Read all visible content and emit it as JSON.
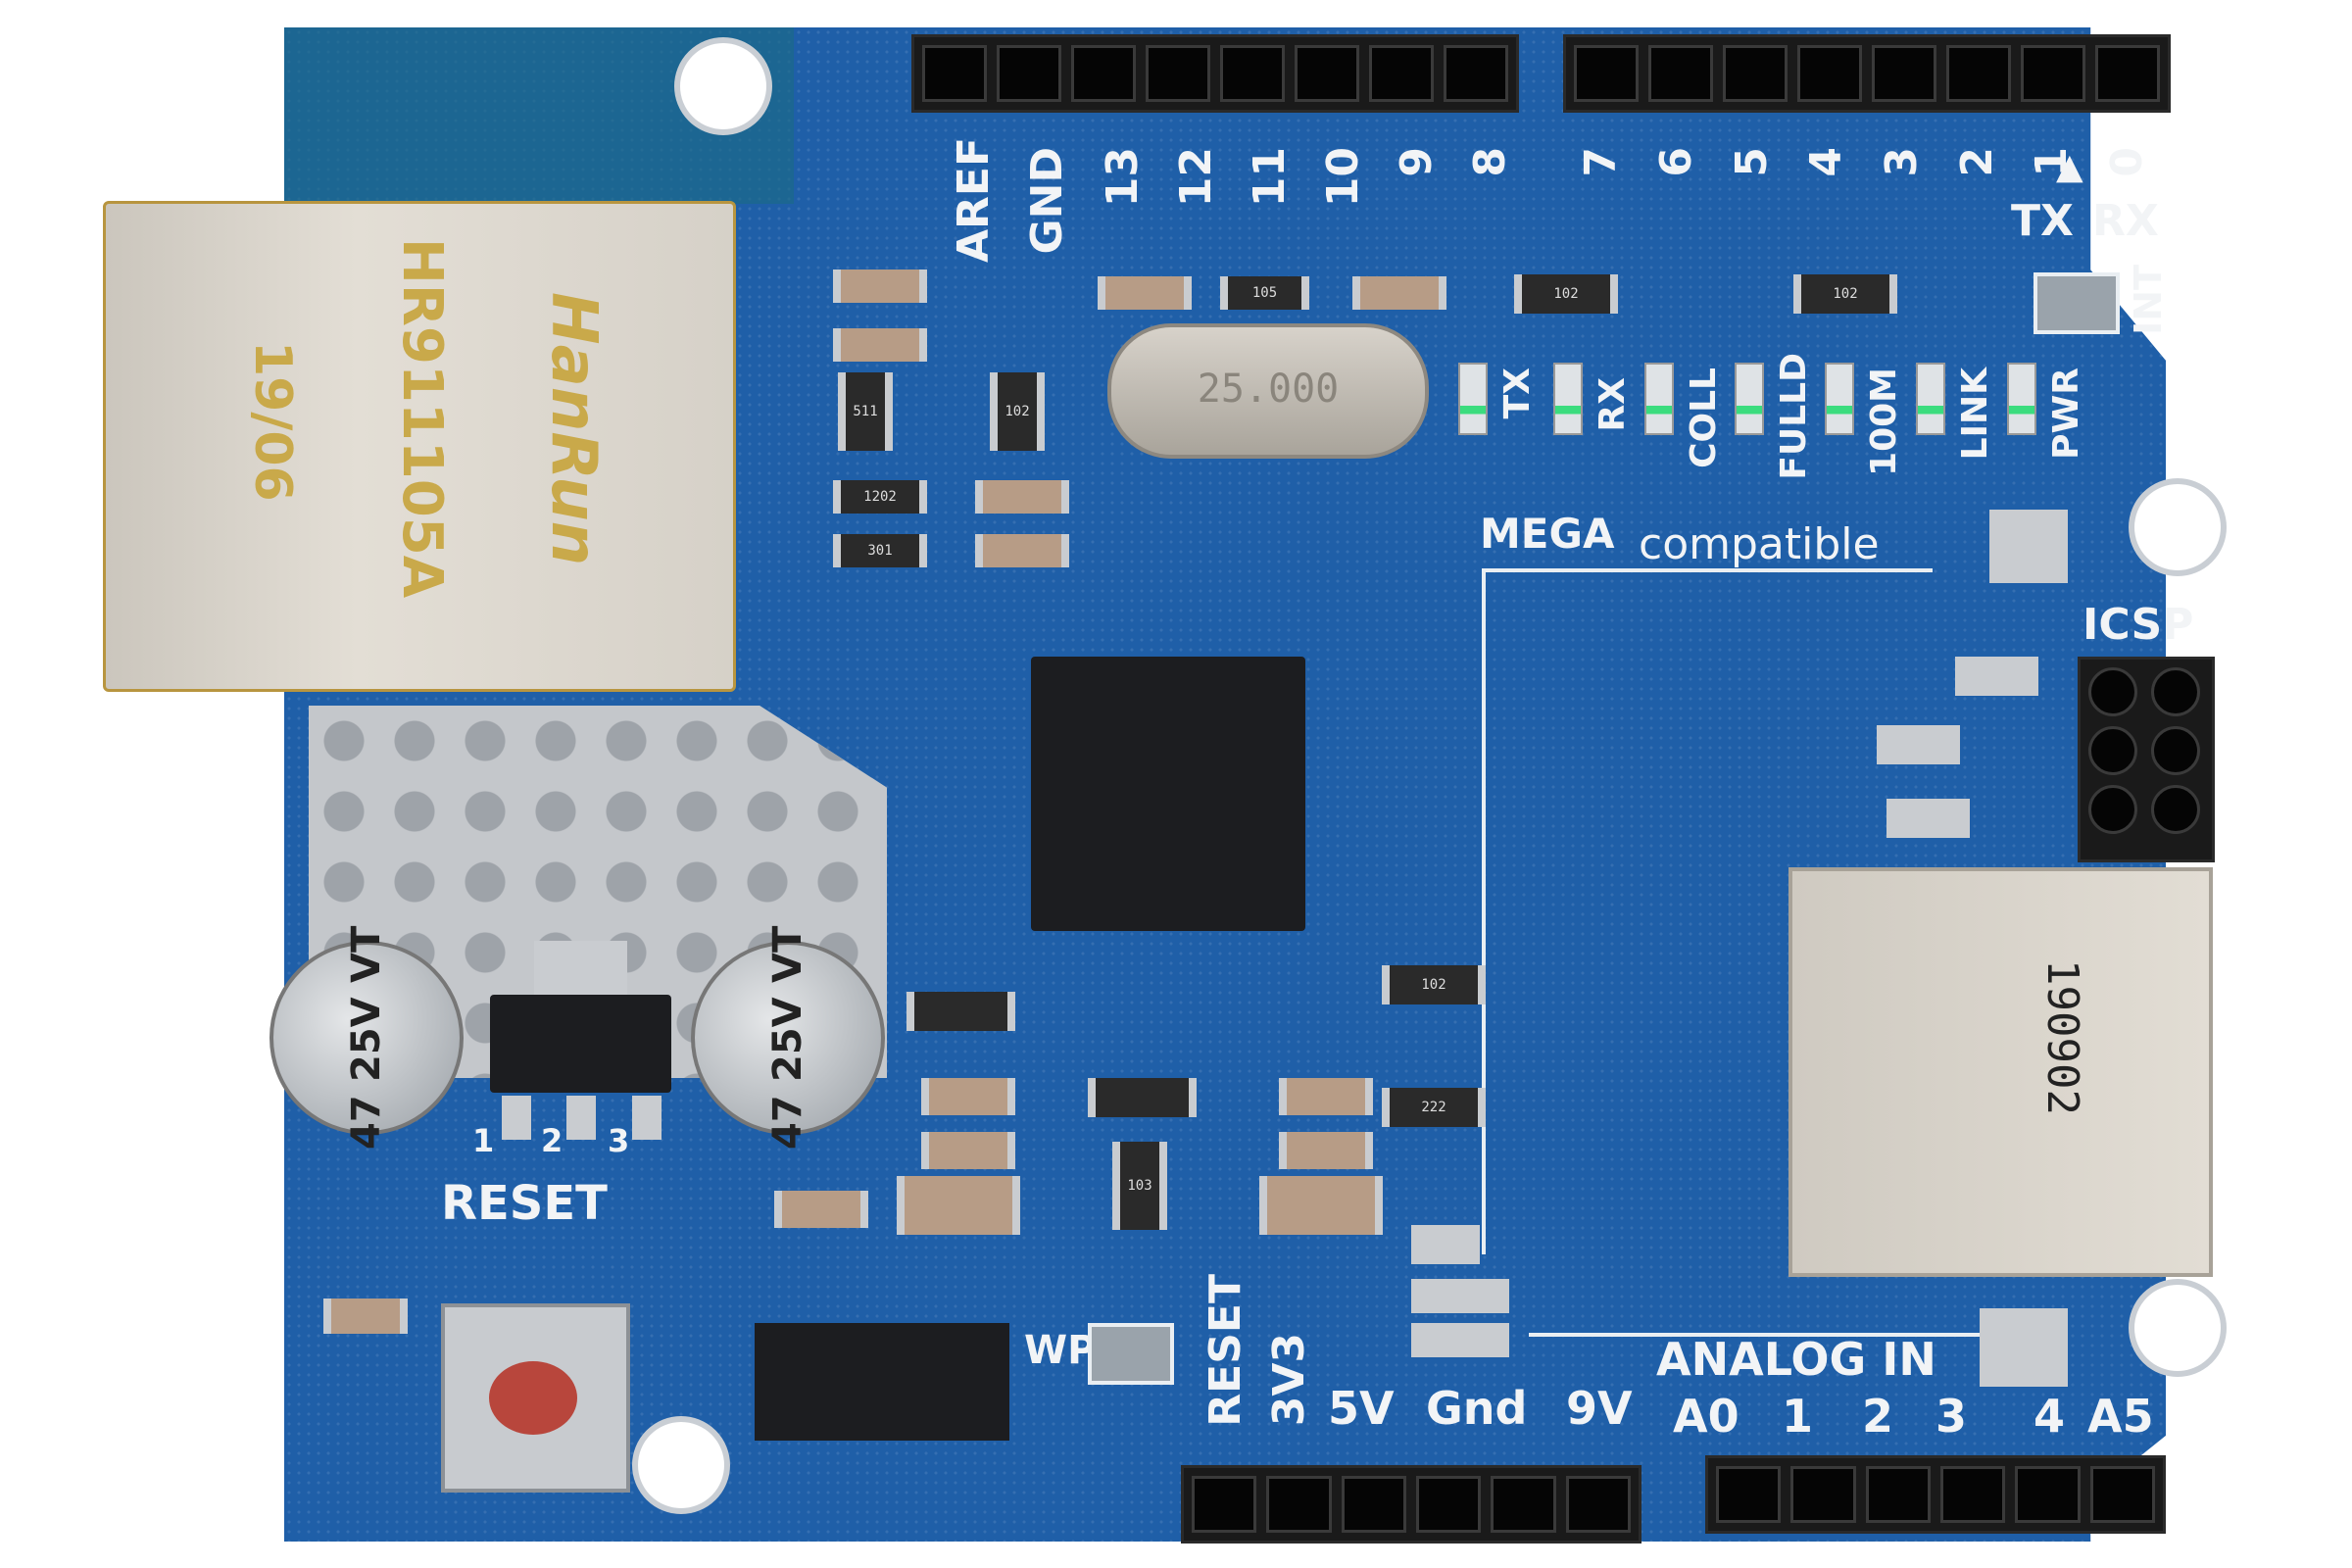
{
  "photo": {
    "subject": "Arduino Ethernet Shield",
    "board_color": "#1f5fa8",
    "background_color": "#ffffff"
  },
  "rj45_jack": {
    "brand": "HanRun",
    "part_number": "HR911105A",
    "date_code": "19/06"
  },
  "digital_header_labels": [
    "AREF",
    "GND",
    "13",
    "12",
    "11",
    "10",
    "9",
    "8",
    "7",
    "6",
    "5",
    "4",
    "3",
    "2",
    "1",
    "0"
  ],
  "serial_labels": {
    "tx": "TX",
    "rx": "RX",
    "arrow": "▲"
  },
  "int_label": "INT",
  "status_leds": [
    "TX",
    "RX",
    "COLL",
    "FULLD",
    "100M",
    "LINK",
    "PWR"
  ],
  "crystal_label": "25.000",
  "resistor_arrays": [
    "102",
    "102",
    "102",
    "222",
    "103"
  ],
  "resistor_labels": [
    "105",
    "511",
    "102",
    "1202",
    "301"
  ],
  "mega_label": {
    "mega": "MEGA",
    "compatible": "compatible"
  },
  "icsp_label": "ICSP",
  "capacitors": [
    {
      "value": "47",
      "voltage": "25V",
      "series": "VT"
    },
    {
      "value": "47",
      "voltage": "25V",
      "series": "VT"
    }
  ],
  "regulator_pins": [
    "1",
    "2",
    "3"
  ],
  "reset_label": "RESET",
  "wp_label": "WP",
  "power_header_labels": [
    "RESET",
    "3V3",
    "5V",
    "Gnd",
    "9V"
  ],
  "analog_header": {
    "title": "ANALOG IN",
    "labels": [
      "A0",
      "1",
      "2",
      "3",
      "4",
      "A5"
    ]
  },
  "sd_slot_label": "190902"
}
